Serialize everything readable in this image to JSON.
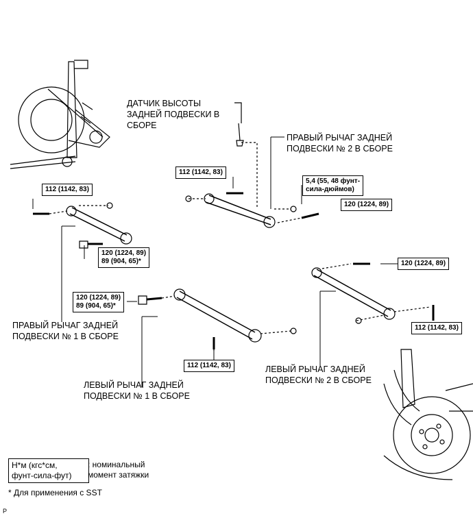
{
  "labels": {
    "height_sensor": "ДАТЧИК ВЫСОТЫ\nЗАДНЕЙ ПОДВЕСКИ В\nСБОРЕ",
    "right_arm_2": "ПРАВЫЙ РЫЧАГ ЗАДНЕЙ\nПОДВЕСКИ № 2 В СБОРЕ",
    "right_arm_1": "ПРАВЫЙ РЫЧАГ ЗАДНЕЙ\nПОДВЕСКИ № 1 В СБОРЕ",
    "left_arm_1": "ЛЕВЫЙ РЫЧАГ ЗАДНЕЙ\nПОДВЕСКИ № 1 В СБОРЕ",
    "left_arm_2": "ЛЕВЫЙ РЫЧАГ ЗАДНЕЙ\nПОДВЕСКИ № 2 В СБОРЕ"
  },
  "torques": {
    "t_center_top": "112 (1142, 83)",
    "t_small": "5,4 (55, 48 фунт-\nсила-дюймов)",
    "t_center_right": "120 (1224, 89)",
    "t_left_top": "112 (1142, 83)",
    "t_left_mid": "120 (1224, 89)\n89 (904, 65)*",
    "t_left_low": "120 (1224, 89)\n89 (904, 65)*",
    "t_center_bottom": "112 (1142, 83)",
    "t_right_top": "120 (1224, 89)",
    "t_right_bottom": "112 (1142, 83)"
  },
  "legend": {
    "box": "Н*м (кгс*см,\nфунт-сила-фут)",
    "text": ": номинальный\nмомент затяжки"
  },
  "note": "* Для применения с SST",
  "corner_mark": "P"
}
